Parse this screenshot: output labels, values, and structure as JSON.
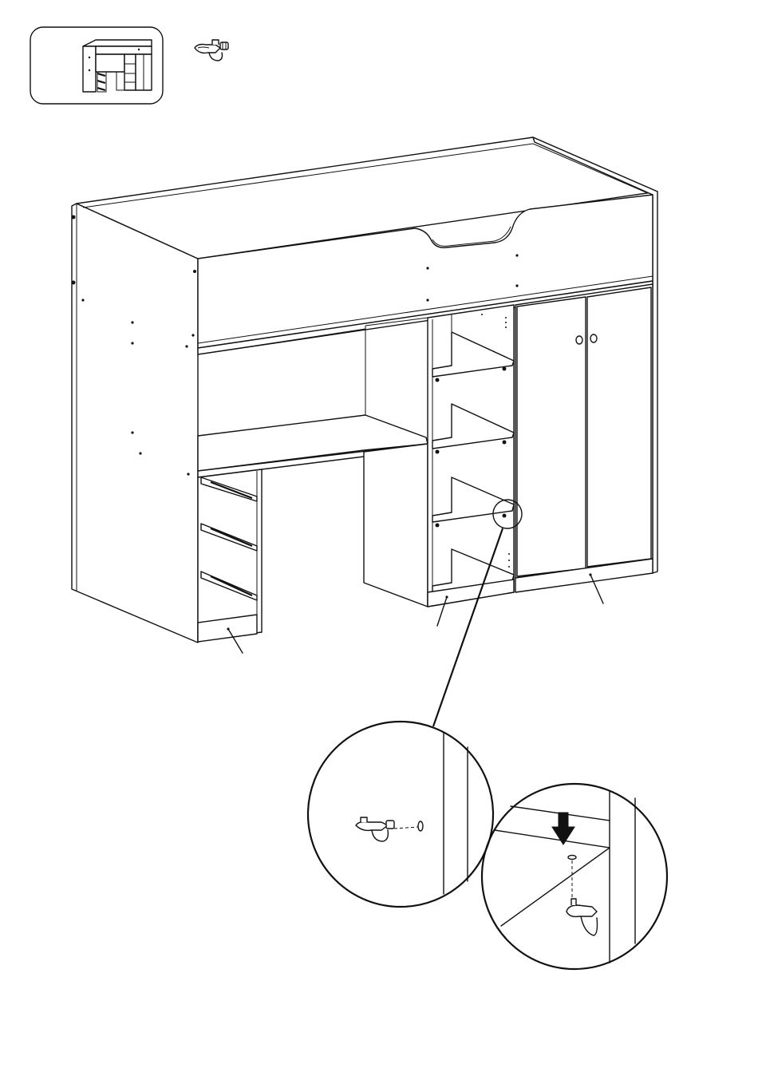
{
  "figure": {
    "overview_thumbnail": "loft-bed-overview-icon",
    "hardware_part": "shelf-support-pin-icon",
    "detail_views": [
      "shelf-pin-insertion-detail",
      "shelf-placement-detail"
    ],
    "arrow_direction": "down"
  }
}
